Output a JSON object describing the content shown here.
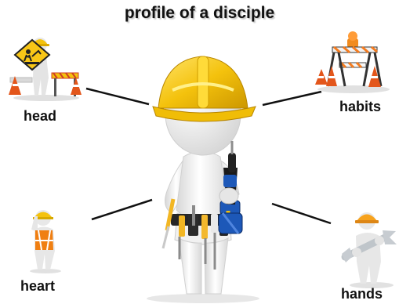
{
  "title": "profile of a disciple",
  "labels": {
    "head": "head",
    "habits": "habits",
    "heart": "heart",
    "hands": "hands"
  },
  "icons": {
    "central": "construction-worker-with-drill",
    "head": "roadwork-sign-worker",
    "habits": "road-barrier-with-cones",
    "heart": "worker-waving-icon",
    "hands": "worker-with-wrench-icon"
  },
  "colors": {
    "helmet": "#f4c20d",
    "figure": "#e9e9e9",
    "line": "#111111",
    "cone": "#e3561b",
    "vest": "#f07f12",
    "drill": "#1d58b8"
  }
}
